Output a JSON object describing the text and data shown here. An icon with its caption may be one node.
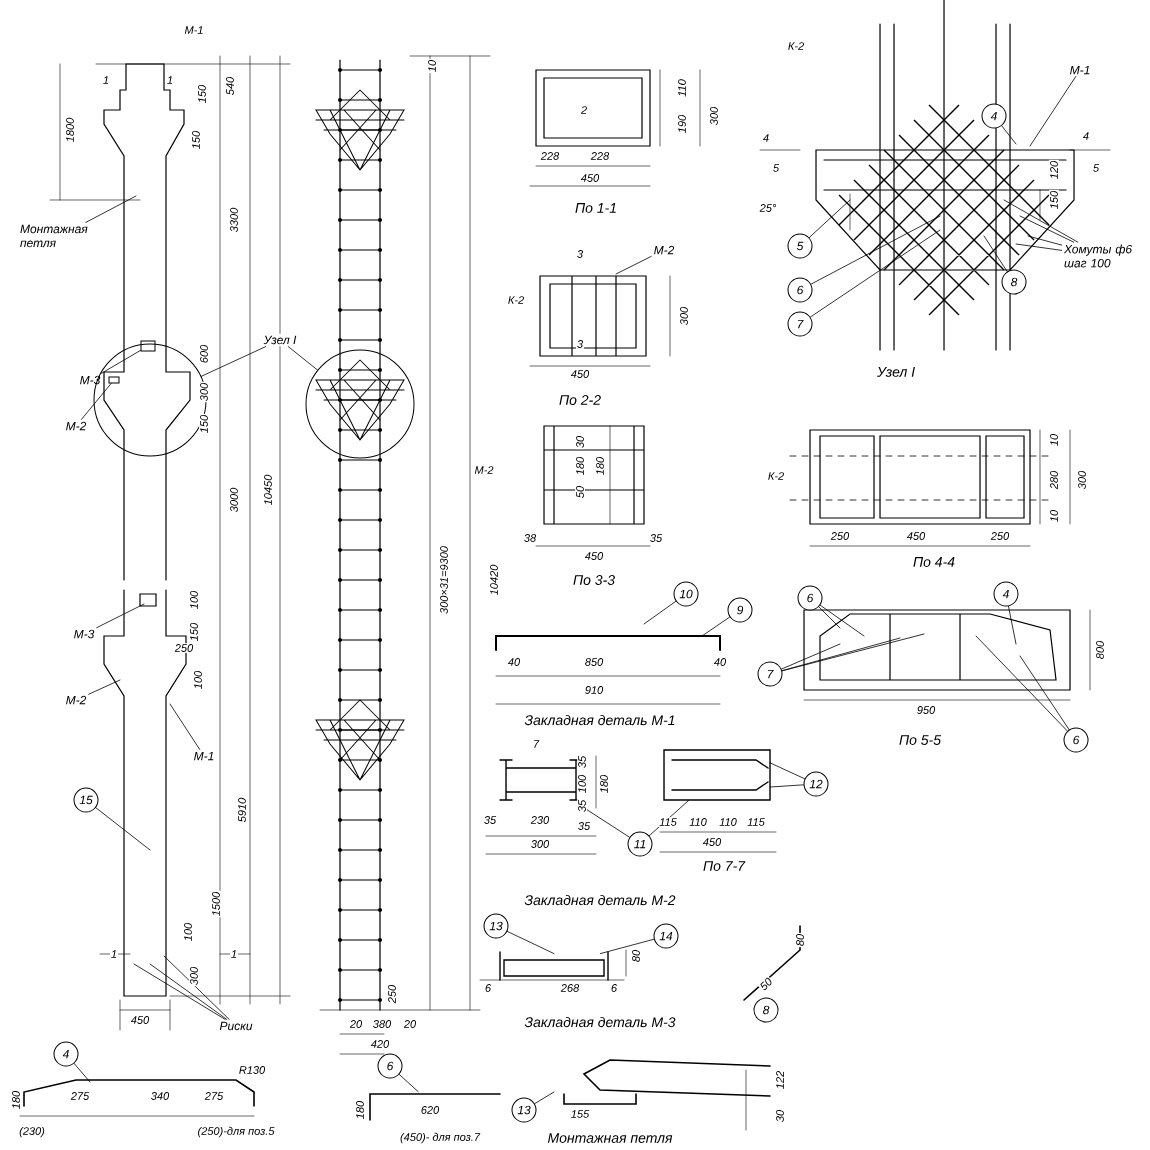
{
  "diagram": {
    "nodes": [
      {
        "text": [
          "Монтажная петля"
        ]
      },
      {
        "text": [
          "Узел I"
        ]
      },
      {
        "text": [
          "М-3"
        ]
      },
      {
        "text": [
          "М-2"
        ]
      },
      {
        "text": [
          "М-3"
        ]
      },
      {
        "text": [
          "М-2"
        ]
      },
      {
        "text": [
          "М-1"
        ]
      },
      {
        "text": [
          "15"
        ]
      },
      {
        "text": [
          "Риски"
        ]
      },
      {
        "text": [
          "4"
        ]
      },
      {
        "text": [
          "6"
        ]
      },
      {
        "text": [
          "М-1"
        ]
      },
      {
        "text": [
          "4"
        ]
      },
      {
        "text": [
          "5"
        ]
      },
      {
        "text": [
          "6"
        ]
      },
      {
        "text": [
          "7"
        ]
      },
      {
        "text": [
          "8"
        ]
      },
      {
        "text": [
          "Хомуты ф6 шаг 100"
        ]
      },
      {
        "text": [
          "М-2"
        ]
      },
      {
        "text": [
          "10"
        ]
      },
      {
        "text": [
          "9"
        ]
      },
      {
        "text": [
          "6"
        ]
      },
      {
        "text": [
          "4"
        ]
      },
      {
        "text": [
          "7"
        ]
      },
      {
        "text": [
          "6"
        ]
      },
      {
        "text": [
          "11"
        ]
      },
      {
        "text": [
          "12"
        ]
      },
      {
        "text": [
          "13"
        ]
      },
      {
        "text": [
          "14"
        ]
      },
      {
        "text": [
          "8"
        ]
      },
      {
        "text": [
          "13"
        ]
      },
      {
        "text": [],
        "shape": "circle"
      },
      {
        "text": [],
        "shape": "circle"
      },
      {
        "text": [],
        "shape": "box",
        "in": 31
      },
      {
        "text": [],
        "shape": "box",
        "in": 31
      },
      {
        "text": [],
        "shape": "bar"
      },
      {
        "text": [],
        "shape": "picture"
      },
      {
        "text": [],
        "shape": "picture"
      },
      {
        "text": [],
        "shape": "picture"
      }
    ],
    "edges": [
      {
        "from": 0,
        "to": null,
        "arrow": "none"
      },
      {
        "from": 1,
        "to": 31,
        "arrow": "none"
      },
      {
        "from": 1,
        "to": 32,
        "arrow": "none"
      },
      {
        "from": 2,
        "to": 33,
        "arrow": "none"
      },
      {
        "from": 3,
        "to": 34,
        "arrow": "none"
      },
      {
        "from": 4,
        "to": null,
        "arrow": "none"
      },
      {
        "from": 5,
        "to": null,
        "arrow": "none"
      },
      {
        "from": 6,
        "to": null,
        "arrow": "none"
      },
      {
        "from": 7,
        "to": null,
        "arrow": "none"
      },
      {
        "from": 8,
        "to": null,
        "arrow": "none"
      },
      {
        "from": 8,
        "to": null,
        "arrow": "none"
      },
      {
        "from": 8,
        "to": null,
        "arrow": "none"
      },
      {
        "from": 9,
        "to": null,
        "arrow": "none"
      },
      {
        "from": 10,
        "to": 35,
        "arrow": "none"
      },
      {
        "from": 11,
        "to": null,
        "arrow": "none"
      },
      {
        "from": 12,
        "to": null,
        "arrow": "none"
      },
      {
        "from": 13,
        "to": null,
        "arrow": "none"
      },
      {
        "from": 14,
        "to": null,
        "arrow": "none"
      },
      {
        "from": 15,
        "to": null,
        "arrow": "none"
      },
      {
        "from": 16,
        "to": null,
        "arrow": "none"
      },
      {
        "from": 17,
        "to": null,
        "arrow": "none"
      },
      {
        "from": 17,
        "to": null,
        "arrow": "none"
      },
      {
        "from": 17,
        "to": null,
        "arrow": "none"
      },
      {
        "from": 17,
        "to": null,
        "arrow": "none"
      },
      {
        "from": 18,
        "to": null,
        "arrow": "none"
      },
      {
        "from": 19,
        "to": null,
        "arrow": "none"
      },
      {
        "from": 20,
        "to": null,
        "arrow": "none"
      },
      {
        "from": 21,
        "to": null,
        "arrow": "none"
      },
      {
        "from": 21,
        "to": null,
        "arrow": "none"
      },
      {
        "from": 22,
        "to": null,
        "arrow": "none"
      },
      {
        "from": 23,
        "to": null,
        "arrow": "none"
      },
      {
        "from": 23,
        "to": null,
        "arrow": "none"
      },
      {
        "from": 23,
        "to": null,
        "arrow": "none"
      },
      {
        "from": 24,
        "to": null,
        "arrow": "none"
      },
      {
        "from": 24,
        "to": null,
        "arrow": "none"
      },
      {
        "from": 25,
        "to": 36,
        "arrow": "none"
      },
      {
        "from": 25,
        "to": 37,
        "arrow": "none"
      },
      {
        "from": 26,
        "to": 37,
        "arrow": "none"
      },
      {
        "from": 26,
        "to": 37,
        "arrow": "none"
      },
      {
        "from": 27,
        "to": 38,
        "arrow": "none"
      },
      {
        "from": 28,
        "to": 38,
        "arrow": "none"
      },
      {
        "from": 30,
        "to": null,
        "arrow": "none"
      }
    ],
    "labels": [
      "М-1",
      "1",
      "1",
      "150",
      "540",
      "150",
      "1800",
      "3300",
      "600",
      "300",
      "150",
      "3000",
      "10450",
      "250",
      "100",
      "150",
      "100",
      "5910",
      "1500",
      "100",
      "300",
      "1",
      "1",
      "450",
      "180",
      "275",
      "340",
      "275",
      "R130",
      "(230)",
      "(250)-для поз.5",
      "10",
      "300×31=9300",
      "10420",
      "250",
      "20",
      "380",
      "20",
      "420",
      "180",
      "620",
      "(450)- для поз.7",
      "2",
      "110",
      "190",
      "300",
      "228",
      "228",
      "450",
      "По 1-1",
      "3",
      "К-2",
      "300",
      "3",
      "450",
      "По 2-2",
      "К-2",
      "4",
      "4",
      "5",
      "5",
      "120",
      "150",
      "25°",
      "Узел I",
      "М-2",
      "30",
      "180",
      "50",
      "180",
      "38",
      "35",
      "450",
      "По 3-3",
      "К-2",
      "250",
      "450",
      "250",
      "10",
      "280",
      "10",
      "300",
      "По 4-4",
      "40",
      "850",
      "40",
      "910",
      "Закладная деталь М-1",
      "800",
      "950",
      "7",
      "По 5-5",
      "35",
      "230",
      "35",
      "300",
      "35",
      "100",
      "35",
      "180",
      "115",
      "110",
      "110",
      "115",
      "450",
      "По 7-7",
      "Закладная деталь М-2",
      "6",
      "268",
      "6",
      "80",
      "Закладная деталь М-3",
      "50",
      "80",
      "122",
      "30",
      "155",
      "Монтажная петля"
    ]
  }
}
